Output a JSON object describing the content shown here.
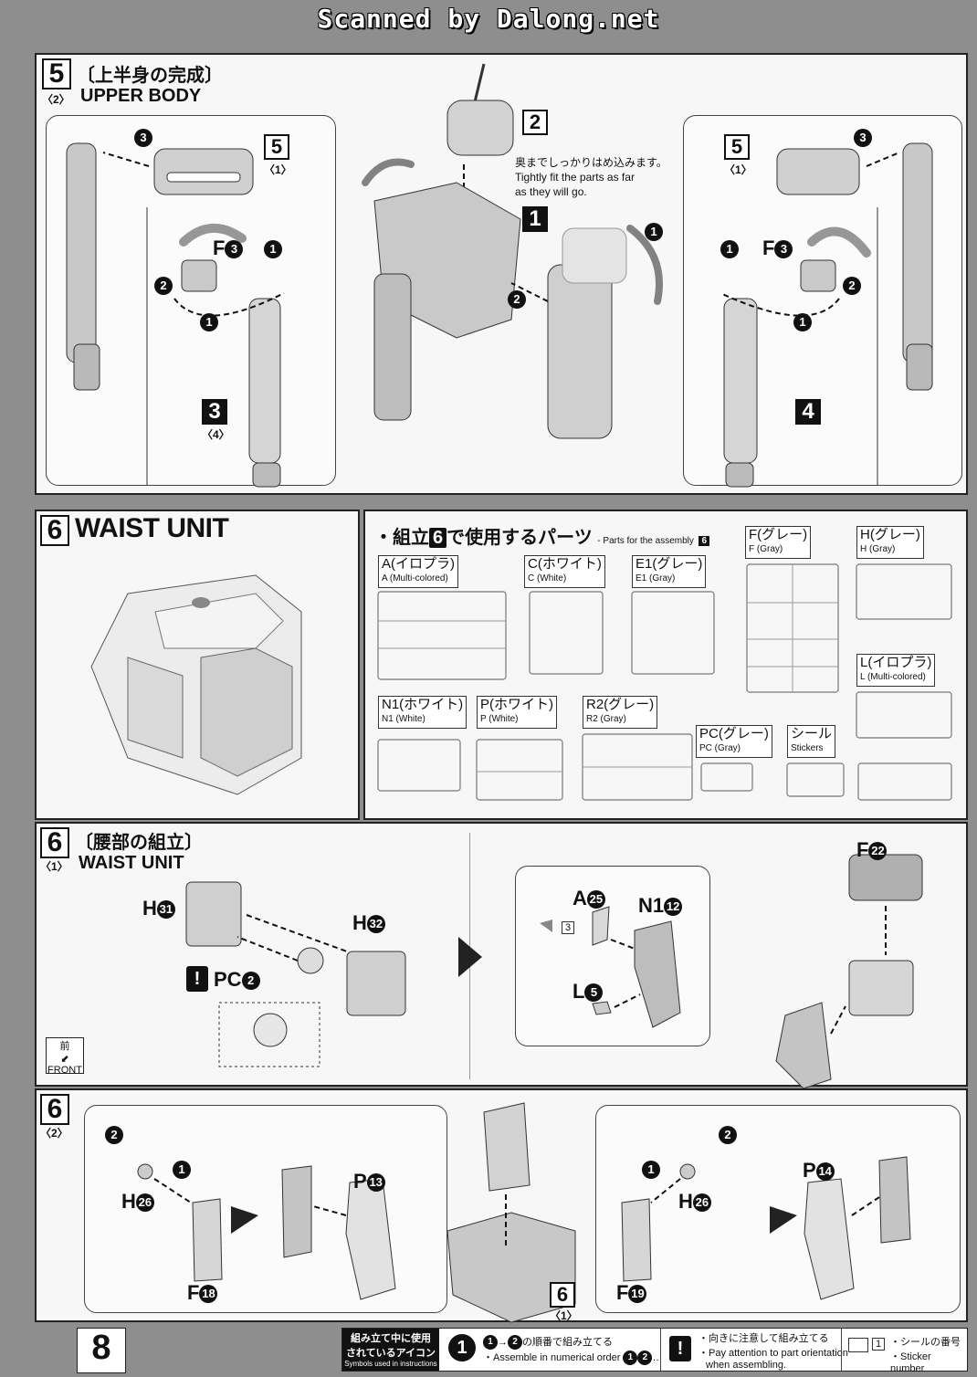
{
  "watermark": "Scanned by Dalong.net",
  "step5": {
    "num": "5",
    "sub": "〈2〉",
    "title_jp": "〔上半身の完成〕",
    "title_en": "UPPER BODY",
    "note_jp": "奥までしっかりはめ込みます。",
    "note_en_1": "Tightly fit the parts as far",
    "note_en_2": "as they will go.",
    "left": {
      "ref_num": "5",
      "ref_sub": "〈1〉",
      "part": "F",
      "part_num": "3",
      "sub_ref_num": "3",
      "sub_ref_sub": "〈4〉"
    },
    "right": {
      "ref_num": "5",
      "ref_sub": "〈1〉",
      "part": "F",
      "part_num": "3",
      "sub_ref_num": "4"
    },
    "center": {
      "head_num": "2",
      "torso_num": "1"
    },
    "circles": [
      "1",
      "2",
      "3"
    ]
  },
  "step6_parts": {
    "num": "6",
    "title": "WAIST UNIT",
    "header_prefix": "・組立",
    "header_num": "6",
    "header_suffix": "で使用するパーツ",
    "header_en": "- Parts for the assembly",
    "header_en_num": "6",
    "sprues": [
      {
        "jp": "A(イロプラ)",
        "en": "A (Multi-colored)"
      },
      {
        "jp": "C(ホワイト)",
        "en": "C (White)"
      },
      {
        "jp": "E1(グレー)",
        "en": "E1 (Gray)"
      },
      {
        "jp": "F(グレー)",
        "en": "F (Gray)"
      },
      {
        "jp": "H(グレー)",
        "en": "H (Gray)"
      },
      {
        "jp": "L(イロプラ)",
        "en": "L (Multi-colored)"
      },
      {
        "jp": "N1(ホワイト)",
        "en": "N1 (White)"
      },
      {
        "jp": "P(ホワイト)",
        "en": "P (White)"
      },
      {
        "jp": "R2(グレー)",
        "en": "R2 (Gray)"
      },
      {
        "jp": "PC(グレー)",
        "en": "PC (Gray)"
      },
      {
        "jp": "シール",
        "en": "Stickers"
      }
    ]
  },
  "step6_1": {
    "num": "6",
    "sub": "〈1〉",
    "title_jp": "〔腰部の組立〕",
    "title_en": "WAIST UNIT",
    "front_jp": "前",
    "front_en": "FRONT",
    "labels": {
      "h31": "H",
      "h31n": "31",
      "h32": "H",
      "h32n": "32",
      "pc": "PC",
      "pcn": "2",
      "a": "A",
      "an": "25",
      "n1": "N1",
      "n1n": "12",
      "l": "L",
      "ln": "5",
      "f": "F",
      "fn": "22",
      "sticker": "3"
    }
  },
  "step6_2": {
    "num": "6",
    "sub": "〈2〉",
    "labels": {
      "h26a": "H",
      "h26an": "26",
      "f18": "F",
      "f18n": "18",
      "p13": "P",
      "p13n": "13",
      "h26b": "H",
      "h26bn": "26",
      "f19": "F",
      "f19n": "19",
      "p14": "P",
      "p14n": "14",
      "ref": "6",
      "ref_sub": "〈1〉"
    }
  },
  "footer": {
    "page": "8",
    "icons_jp_1": "組み立て中に使用",
    "icons_jp_2": "されているアイコン",
    "icons_en": "Symbols used in instructions",
    "order_jp": "の順番で組み立てる",
    "order_en": "Assemble in numerical order",
    "orient_jp": "向きに注意して組み立てる",
    "orient_en_1": "Pay attention to part orientation",
    "orient_en_2": "when assembling.",
    "sticker_jp": "シールの番号",
    "sticker_en": "Sticker number",
    "sticker_num": "1"
  }
}
